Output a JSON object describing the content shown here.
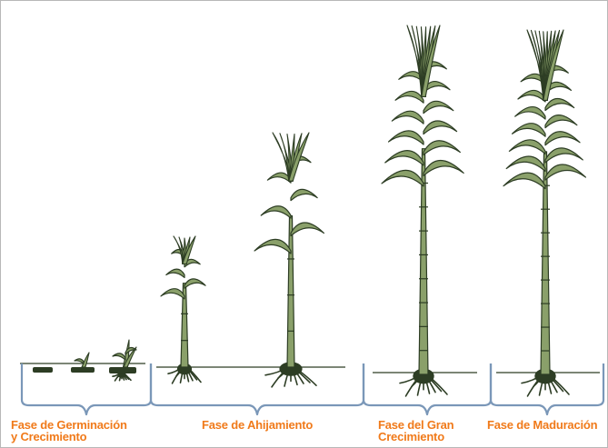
{
  "colors": {
    "plant_fill": "#8aa06a",
    "plant_stroke": "#2d3d24",
    "bracket": "#7a97b8",
    "label": "#f07a1a"
  },
  "phases": [
    {
      "label": "Fase de Germinación\ny Crecimiento"
    },
    {
      "label": "Fase de Ahijamiento"
    },
    {
      "label": "Fase del Gran\nCrecimiento"
    },
    {
      "label": "Fase de Maduración"
    }
  ]
}
